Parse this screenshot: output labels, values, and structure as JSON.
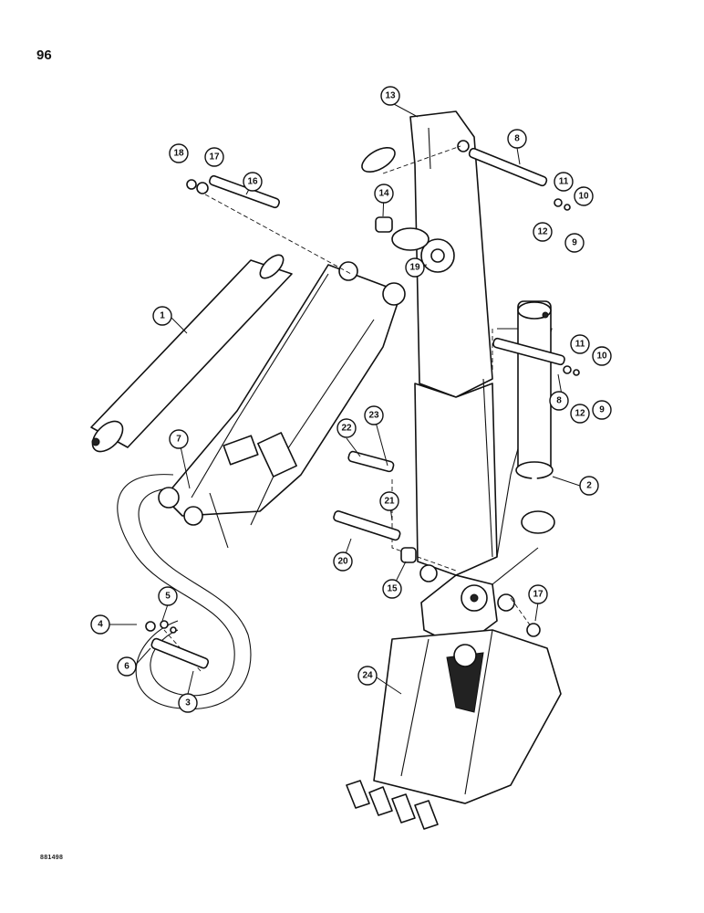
{
  "page": {
    "number": "96",
    "figure_code": "881498"
  },
  "callouts": [
    {
      "id": "1",
      "label": "1"
    },
    {
      "id": "2",
      "label": "2"
    },
    {
      "id": "3",
      "label": "3"
    },
    {
      "id": "4",
      "label": "4"
    },
    {
      "id": "5",
      "label": "5"
    },
    {
      "id": "6",
      "label": "6"
    },
    {
      "id": "7",
      "label": "7"
    },
    {
      "id": "8a",
      "label": "8"
    },
    {
      "id": "8b",
      "label": "8"
    },
    {
      "id": "9a",
      "label": "9"
    },
    {
      "id": "9b",
      "label": "9"
    },
    {
      "id": "10a",
      "label": "10"
    },
    {
      "id": "10b",
      "label": "10"
    },
    {
      "id": "11a",
      "label": "11"
    },
    {
      "id": "11b",
      "label": "11"
    },
    {
      "id": "12a",
      "label": "12"
    },
    {
      "id": "12b",
      "label": "12"
    },
    {
      "id": "13",
      "label": "13"
    },
    {
      "id": "14",
      "label": "14"
    },
    {
      "id": "15",
      "label": "15"
    },
    {
      "id": "16",
      "label": "16"
    },
    {
      "id": "17a",
      "label": "17"
    },
    {
      "id": "17b",
      "label": "17"
    },
    {
      "id": "18",
      "label": "18"
    },
    {
      "id": "19",
      "label": "19"
    },
    {
      "id": "20",
      "label": "20"
    },
    {
      "id": "21",
      "label": "21"
    },
    {
      "id": "22",
      "label": "22"
    },
    {
      "id": "23",
      "label": "23"
    },
    {
      "id": "24",
      "label": "24"
    }
  ]
}
